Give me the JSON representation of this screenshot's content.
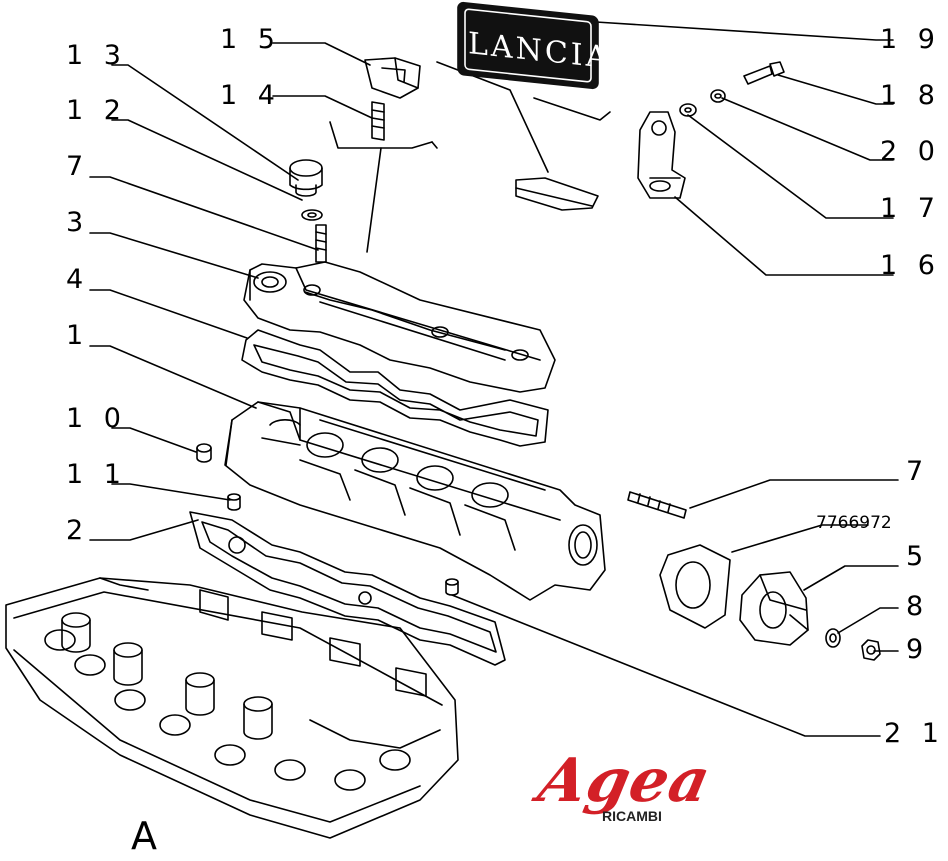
{
  "diagram": {
    "view_label": "A",
    "badge_text": "LANCIA",
    "part_number_label": "7766972",
    "callouts": [
      {
        "id": "c13",
        "text": "1 3"
      },
      {
        "id": "c12",
        "text": "1 2"
      },
      {
        "id": "c7a",
        "text": "7"
      },
      {
        "id": "c3",
        "text": "3"
      },
      {
        "id": "c4",
        "text": "4"
      },
      {
        "id": "c1",
        "text": "1"
      },
      {
        "id": "c10",
        "text": "1 0"
      },
      {
        "id": "c11",
        "text": "1 1"
      },
      {
        "id": "c2",
        "text": "2"
      },
      {
        "id": "c15",
        "text": "1 5"
      },
      {
        "id": "c14",
        "text": "1 4"
      },
      {
        "id": "c19",
        "text": "1 9"
      },
      {
        "id": "c18",
        "text": "1 8"
      },
      {
        "id": "c20",
        "text": "2 0"
      },
      {
        "id": "c17",
        "text": "1 7"
      },
      {
        "id": "c16",
        "text": "1 6"
      },
      {
        "id": "c7b",
        "text": "7"
      },
      {
        "id": "c5",
        "text": "5"
      },
      {
        "id": "c8",
        "text": "8"
      },
      {
        "id": "c9",
        "text": "9"
      },
      {
        "id": "c21",
        "text": "2 1"
      }
    ]
  },
  "logo": {
    "name": "Agea",
    "subtitle": "RICAMBI",
    "color": "#d32027"
  }
}
